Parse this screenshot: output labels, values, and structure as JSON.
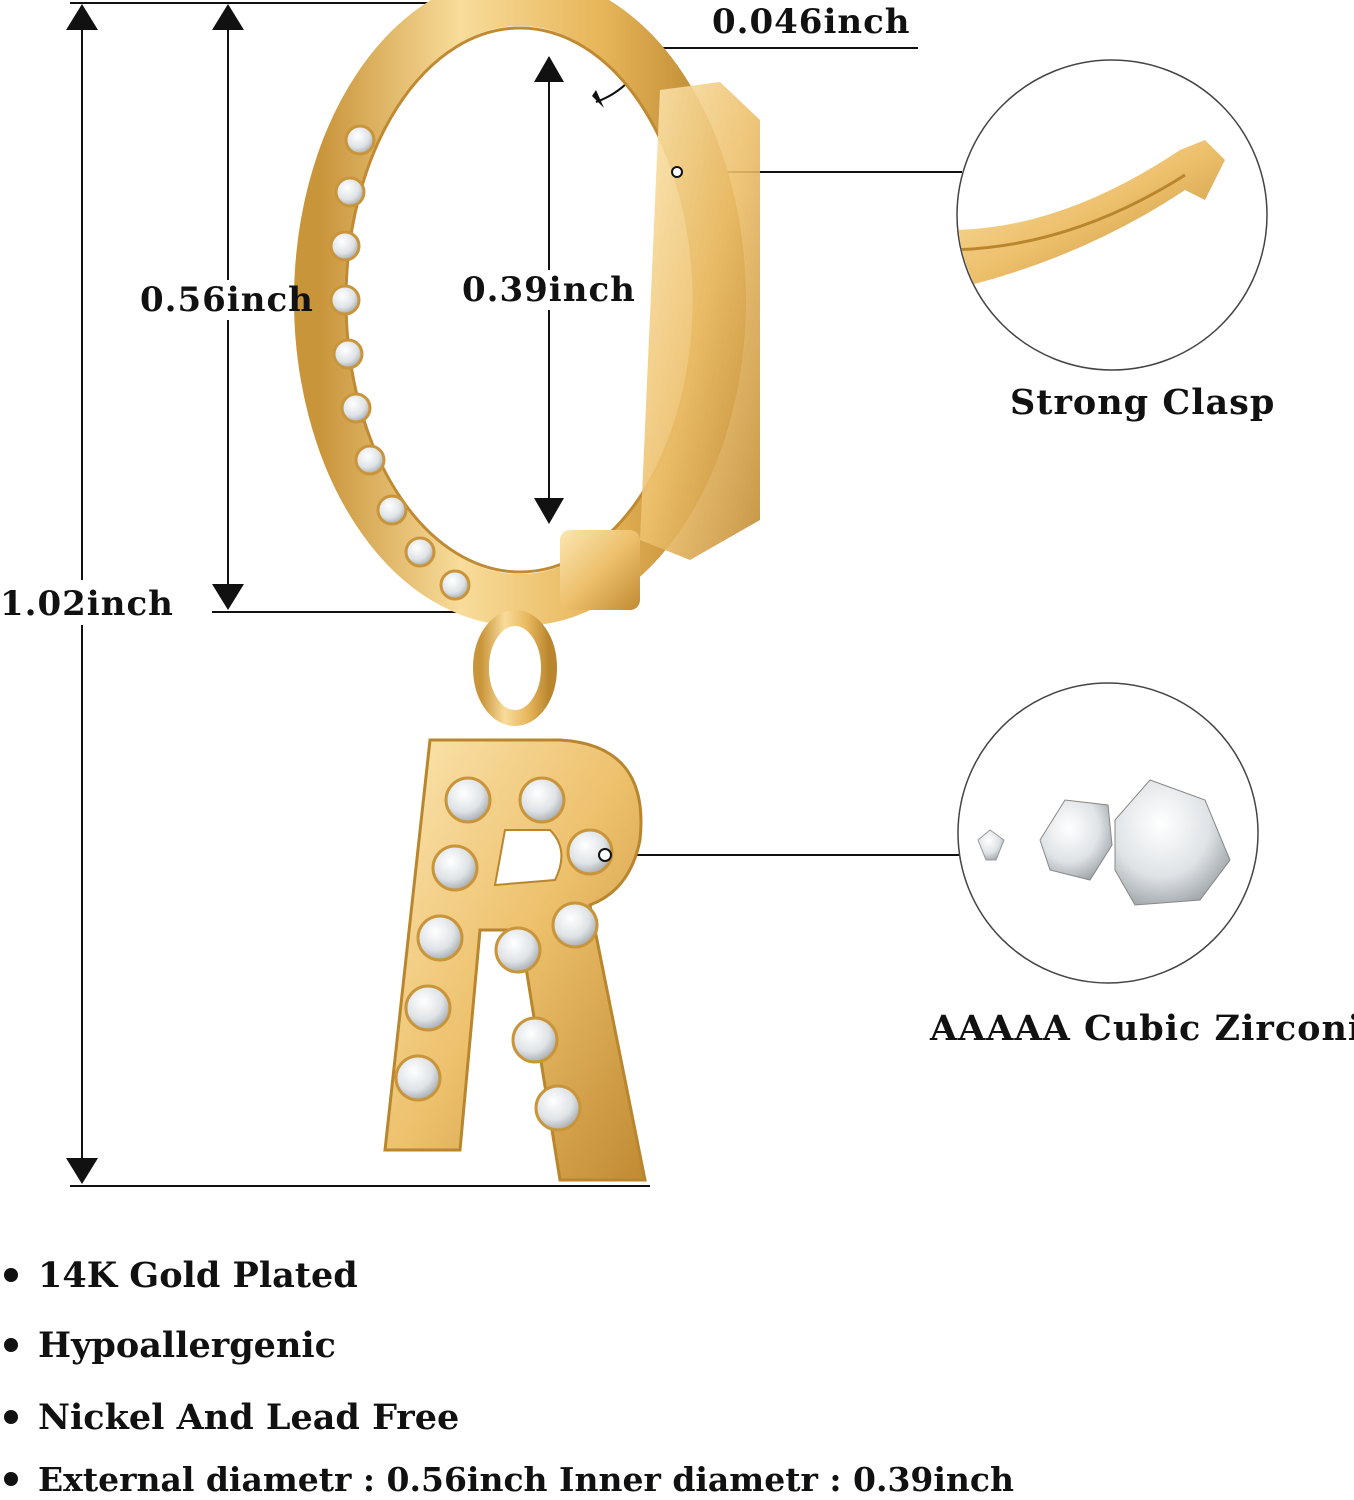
{
  "dimensions": {
    "wire": "0.046inch",
    "outer": "0.56inch",
    "inner": "0.39inch",
    "total": "1.02inch"
  },
  "callouts": {
    "clasp": "Strong Clasp",
    "stone": "AAAAA Cubic Zirconia"
  },
  "pendant_letter": "R",
  "features": [
    "14K Gold Plated",
    "Hypoallergenic",
    "Nickel And Lead Free",
    "External diametr : 0.56inch Inner diametr : 0.39inch"
  ],
  "colors": {
    "gold_light": "#f8dc9a",
    "gold": "#e9b75a",
    "gold_dark": "#b9862e",
    "line": "#111111"
  },
  "icons": [
    "dimension-arrow-icon",
    "clasp-detail-image",
    "zirconia-stones-image"
  ]
}
